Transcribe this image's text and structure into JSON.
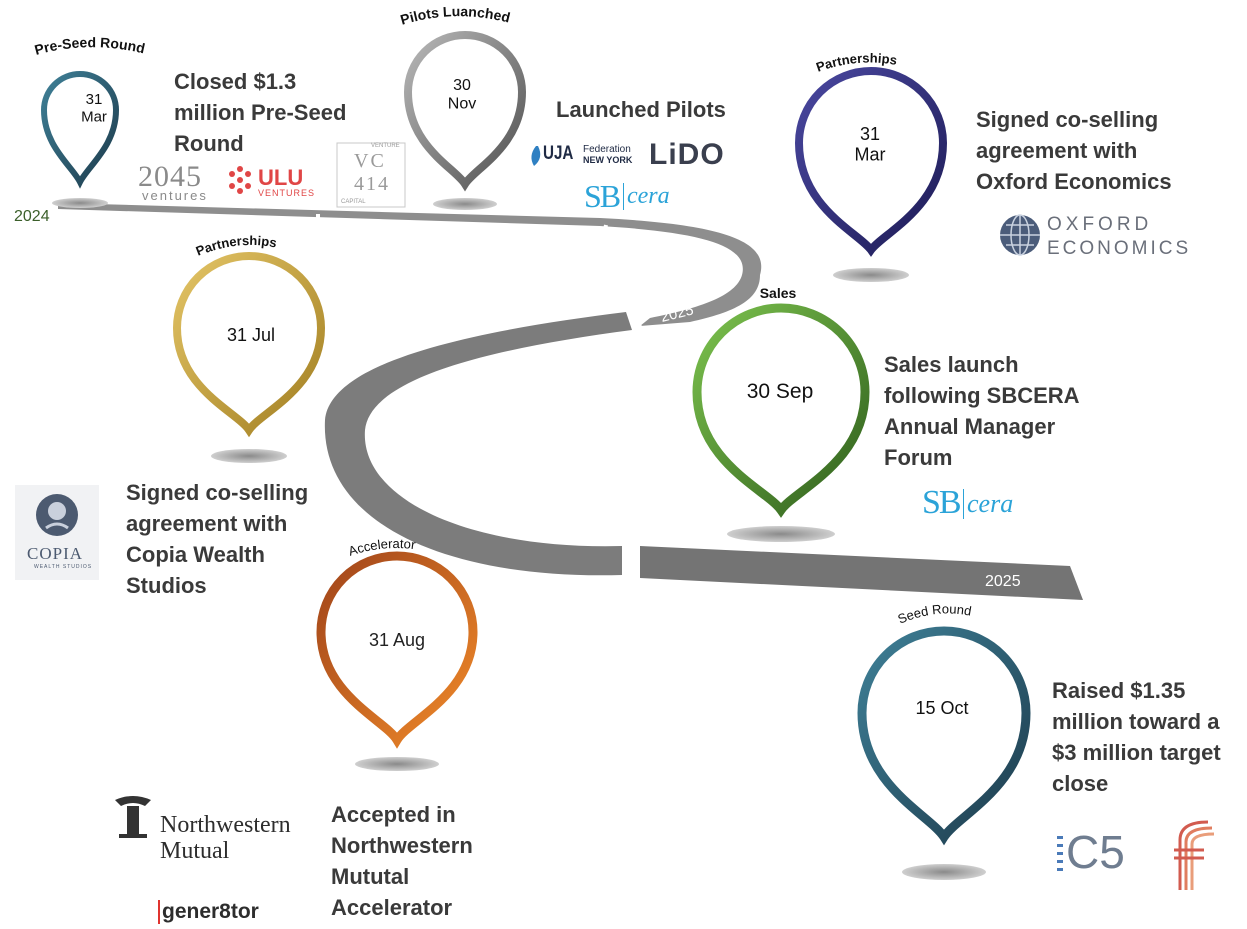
{
  "timeline": {
    "year_labels": {
      "start": "2024",
      "mid": "2025",
      "end": "2025"
    }
  },
  "milestones": [
    {
      "category": "Pre-Seed Round",
      "date": "31\nMar",
      "color": "#2e5b70",
      "description": "Closed $1.3\nmillion Pre-Seed\nRound",
      "logos": [
        "2045",
        "ventures",
        "ULU",
        "VENTURES",
        "VC",
        "414",
        "VENTURE",
        "CAPITAL"
      ]
    },
    {
      "category": "Pilots Luanched",
      "date": "30\nNov",
      "color": "#8c8c8c",
      "description": "Launched Pilots",
      "logos": [
        "UJA",
        "Federation",
        "NEW YORK",
        "LiDO",
        "SB",
        "cera"
      ]
    },
    {
      "category": "Partnerships",
      "date": "31\nMar",
      "color": "#2f2d78",
      "description": "Signed co-selling\nagreement with\nOxford Economics",
      "logos": [
        "OXFORD",
        "ECONOMICS"
      ]
    },
    {
      "category": "Partnerships",
      "date": "31 Jul",
      "color": "#c9a43d",
      "description": "Signed co-selling\nagreement with\nCopia Wealth\nStudios",
      "logos": [
        "COPIA",
        "WEALTH STUDIOS"
      ]
    },
    {
      "category": "Sales",
      "date": "30 Sep",
      "color": "#5fa83a",
      "description": "Sales launch\nfollowing SBCERA\nAnnual Manager\nForum",
      "logos": [
        "SB",
        "cera"
      ]
    },
    {
      "category": "Accelerator",
      "date": "31 Aug",
      "color": "#d2691e",
      "description": "Accepted in\nNorthwestern\nMututal\nAccelerator",
      "logos": [
        "Northwestern",
        "Mutual",
        "gener8tor"
      ]
    },
    {
      "category": "Seed Round",
      "date": "15 Oct",
      "color": "#2e5b70",
      "description": "Raised $1.35\nmillion toward a\n$3 million target\nclose",
      "logos": [
        "C5"
      ]
    }
  ]
}
